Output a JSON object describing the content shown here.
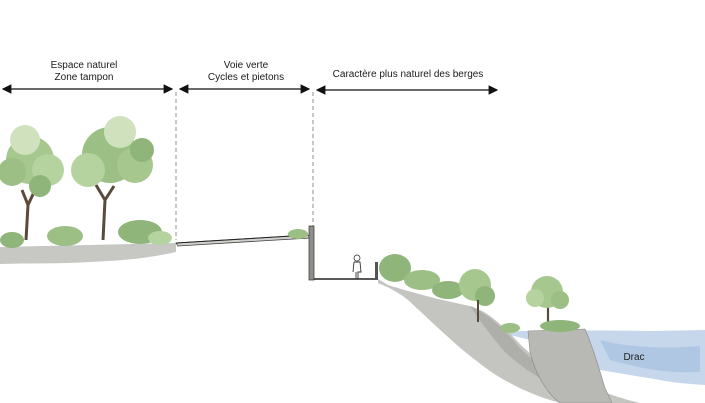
{
  "title": "Coupe de principe des berges du Drac",
  "zones": [
    {
      "id": "espace-naturel",
      "line1": "Espace naturel",
      "line2": "Zone tampon"
    },
    {
      "id": "voie-verte",
      "line1": "Voie verte",
      "line2": "Cycles et pietons"
    },
    {
      "id": "berges",
      "line1": "Caractère plus naturel des berges"
    }
  ],
  "river": {
    "label": "Drac"
  },
  "colors": {
    "ground": "#c9c9c6",
    "ground_dark": "#a9a9a4",
    "foliage": "#9cbf85",
    "foliage_light": "#cfe2bd",
    "foliage_dark": "#5f8c4c",
    "trunk": "#5a4a3a",
    "water": "#bcd0e8",
    "ink": "#222222"
  }
}
